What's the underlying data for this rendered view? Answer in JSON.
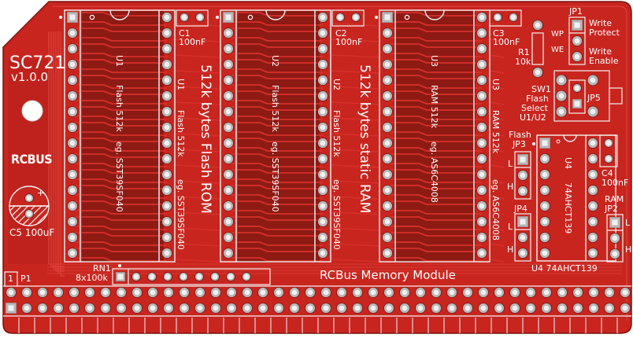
{
  "colors": {
    "board": "#c8251f",
    "board_dark": "#8e1a14",
    "trace": "#d8302a",
    "silk": "#f4f4f4",
    "pad": "#d9d9d9",
    "pad_ring": "#b7b7b7"
  },
  "board": {
    "name": "SC721",
    "version": "v1.0.0",
    "logo": "RCBUS",
    "module_title": "RCBus Memory Module"
  },
  "chips": [
    {
      "ref": "U1",
      "desc": "Flash 512k",
      "part": "eg. SST39SF040"
    },
    {
      "ref": "U2",
      "desc": "Flash 512k",
      "part": "eg. SST39SF040"
    },
    {
      "ref": "U3",
      "desc": "RAM 512k",
      "part": "eg. AS6C4008"
    },
    {
      "ref": "U4",
      "part": "74AHCT139",
      "label_bottom": "U4 74AHCT139"
    }
  ],
  "headings": {
    "flash": "512k bytes Flash ROM",
    "ram": "512k bytes static RAM"
  },
  "capacitors": [
    {
      "ref": "C1",
      "value": "100nF"
    },
    {
      "ref": "C2",
      "value": "100nF"
    },
    {
      "ref": "C3",
      "value": "100nF"
    },
    {
      "ref": "C4",
      "value": "100nF"
    },
    {
      "ref": "C5",
      "value": "100uF",
      "label": "C5 100uF"
    }
  ],
  "resistors": {
    "r1": {
      "ref": "R1",
      "value": "10k"
    },
    "rn1": {
      "ref": "RN1",
      "value": "8x100k"
    }
  },
  "jumpers": {
    "jp1": {
      "ref": "JP1",
      "wp": "WP",
      "we": "WE",
      "wp_desc_1": "Write",
      "wp_desc_2": "Protect",
      "we_desc_1": "Write",
      "we_desc_2": "Enable"
    },
    "jp2": {
      "ref": "JP2",
      "title": "RAM",
      "l": "L",
      "h": "H"
    },
    "jp3": {
      "ref": "JP3",
      "title": "Flash",
      "l": "L",
      "h": "H"
    },
    "jp4": {
      "ref": "JP4",
      "l": "L",
      "h": "H"
    },
    "jp5": {
      "ref": "JP5"
    }
  },
  "switch": {
    "ref": "SW1",
    "line1": "Flash",
    "line2": "Select",
    "line3": "U1/U2"
  },
  "connector": {
    "ref": "P1",
    "pin1": "1"
  }
}
